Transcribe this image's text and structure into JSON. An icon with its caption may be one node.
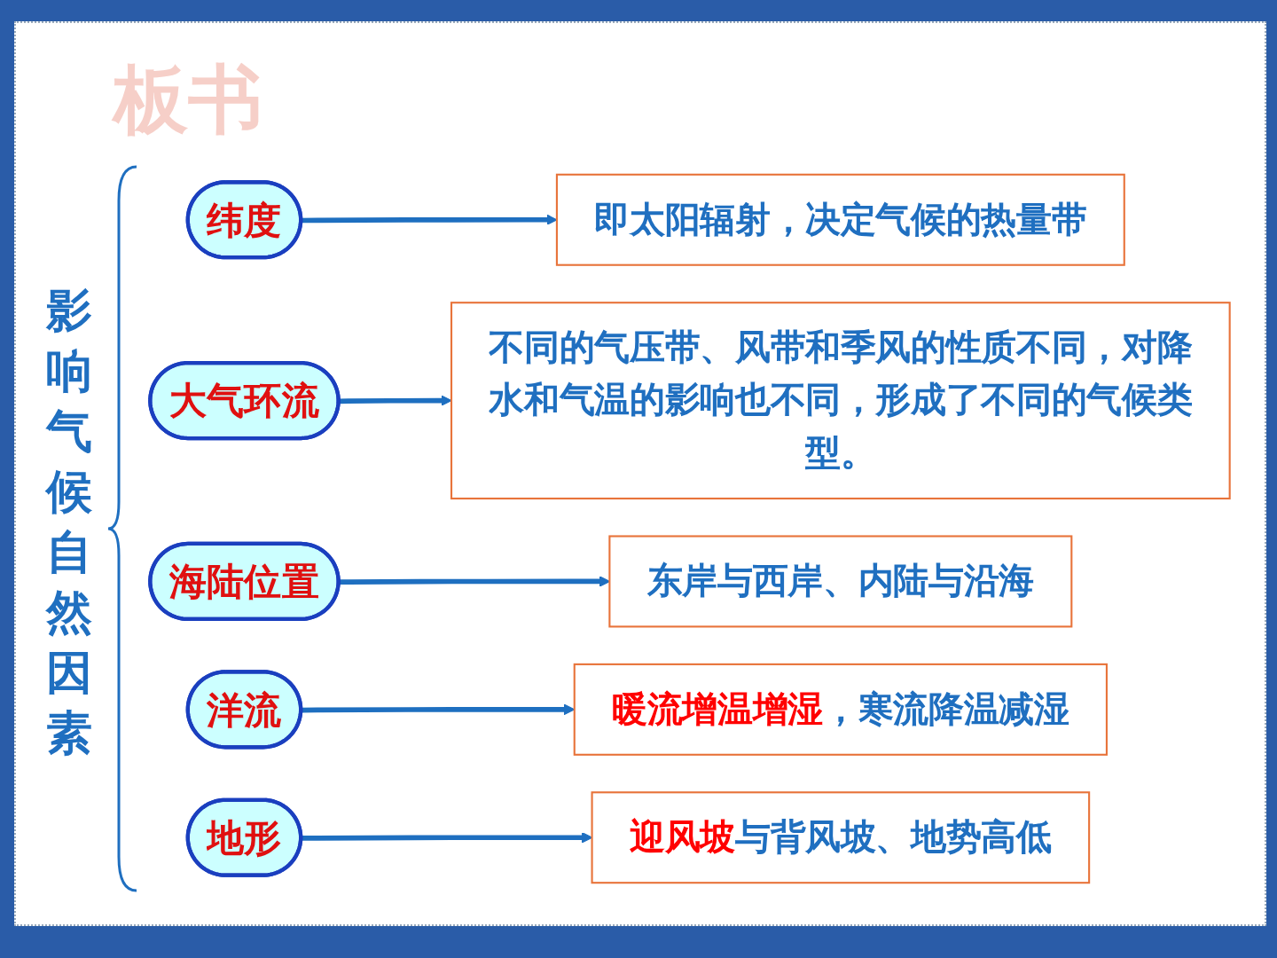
{
  "diagram": {
    "title": "板书",
    "nodes": [
      {
        "text": [
          "纬度"
        ]
      },
      {
        "text": [
          "即太阳辐射，决定气候的热量带"
        ]
      },
      {
        "text": [
          "大气环流"
        ]
      },
      {
        "text": [
          "不同的气压带、风带和季风的性质不同，对降水和气温的影响也不同，形成了不同的气候类型。"
        ]
      },
      {
        "text": [
          "海陆位置"
        ]
      },
      {
        "text": [
          "东岸与西岸、内陆与沿海"
        ]
      },
      {
        "text": [
          "洋流"
        ]
      },
      {
        "text": [
          "**暖流增温增湿**，寒流降温减湿"
        ]
      },
      {
        "text": [
          "地形"
        ]
      },
      {
        "text": [
          "**迎风坡**与背风坡、地势高低"
        ]
      }
    ],
    "edges": [
      {
        "from": 0,
        "to": 1,
        "arrow": "to"
      },
      {
        "from": 2,
        "to": 3,
        "arrow": "to"
      },
      {
        "from": 4,
        "to": 5,
        "arrow": "to"
      },
      {
        "from": 6,
        "to": 7,
        "arrow": "to"
      },
      {
        "from": 8,
        "to": 9,
        "arrow": "to"
      }
    ],
    "labels": [
      "影响气候自然因素"
    ]
  }
}
